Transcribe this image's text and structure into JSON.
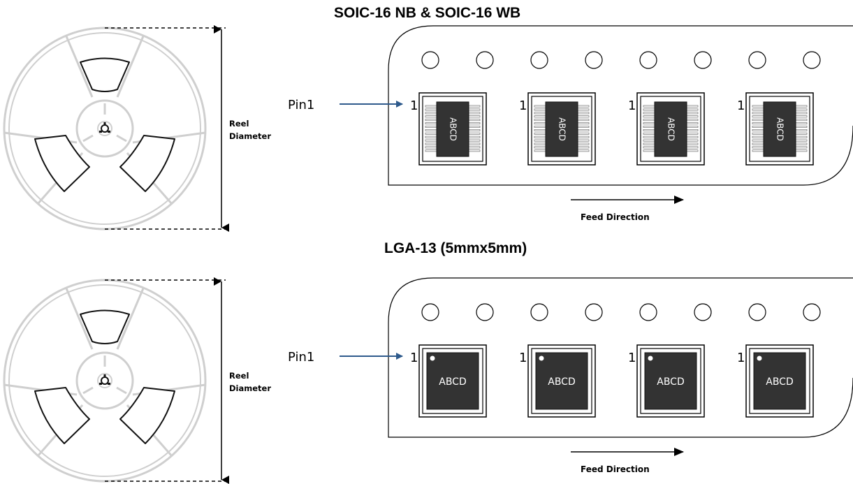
{
  "sections": [
    {
      "title": "SOIC-16 NB & SOIC-16 WB",
      "reel_label_line1": "Reel",
      "reel_label_line2": "Diameter",
      "pin_label": "Pin1",
      "pin_numbers": [
        "1",
        "1",
        "1",
        "1"
      ],
      "chip_marking": "ABCD",
      "chip_kind": "soic",
      "feed_label": "Feed Direction"
    },
    {
      "title": "LGA-13 (5mmx5mm)",
      "reel_label_line1": "Reel",
      "reel_label_line2": "Diameter",
      "pin_label": "Pin1",
      "pin_numbers": [
        "1",
        "1",
        "1",
        "1"
      ],
      "chip_marking": "ABCD",
      "chip_kind": "lga",
      "feed_label": "Feed Direction"
    }
  ],
  "colors": {
    "arrow": "#2e5a8c",
    "chip": "#333333",
    "reel": "#cfcfcf",
    "line": "#000000"
  }
}
